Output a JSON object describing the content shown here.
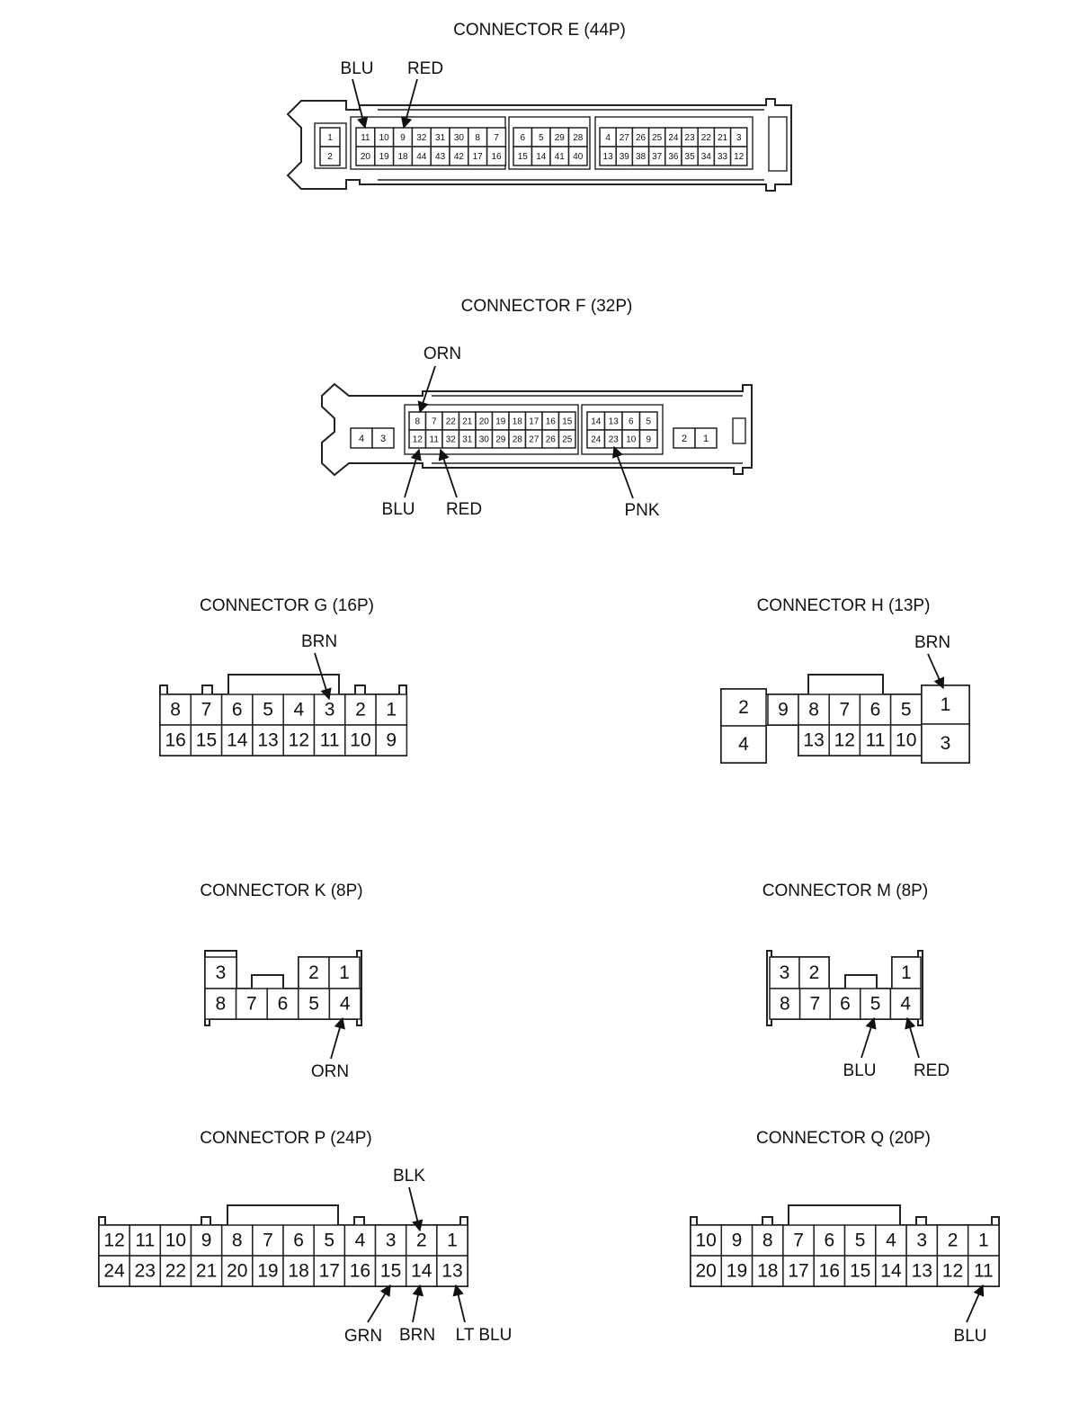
{
  "colors": {
    "ink": "#222222",
    "background": "#ffffff"
  },
  "connectors": {
    "E": {
      "title": "CONNECTOR E (44P)",
      "blocks": [
        {
          "rows": [
            [
              "1"
            ],
            [
              "2"
            ]
          ]
        },
        {
          "rows": [
            [
              "11",
              "10",
              "9",
              "32",
              "31",
              "30",
              "8",
              "7"
            ],
            [
              "20",
              "19",
              "18",
              "44",
              "43",
              "42",
              "17",
              "16"
            ]
          ]
        },
        {
          "rows": [
            [
              "6",
              "5",
              "29",
              "28"
            ],
            [
              "15",
              "14",
              "41",
              "40"
            ]
          ]
        },
        {
          "rows": [
            [
              "4",
              "27",
              "26",
              "25",
              "24",
              "23",
              "22",
              "21",
              "3"
            ],
            [
              "13",
              "39",
              "38",
              "37",
              "36",
              "35",
              "34",
              "33",
              "12"
            ]
          ]
        }
      ],
      "wires": [
        "BLU",
        "RED"
      ]
    },
    "F": {
      "title": "CONNECTOR F (32P)",
      "blocks": [
        {
          "rows": [
            [
              "4",
              "3"
            ]
          ]
        },
        {
          "rows": [
            [
              "8",
              "7",
              "22",
              "21",
              "20",
              "19",
              "18",
              "17",
              "16",
              "15"
            ],
            [
              "12",
              "11",
              "32",
              "31",
              "30",
              "29",
              "28",
              "27",
              "26",
              "25"
            ]
          ]
        },
        {
          "rows": [
            [
              "14",
              "13",
              "6",
              "5"
            ],
            [
              "24",
              "23",
              "10",
              "9"
            ]
          ]
        },
        {
          "rows": [
            [
              "2",
              "1"
            ]
          ]
        }
      ],
      "wires": [
        "ORN",
        "BLU",
        "RED",
        "PNK"
      ]
    },
    "G": {
      "title": "CONNECTOR G (16P)",
      "rows": [
        [
          "8",
          "7",
          "6",
          "5",
          "4",
          "3",
          "2",
          "1"
        ],
        [
          "16",
          "15",
          "14",
          "13",
          "12",
          "11",
          "10",
          "9"
        ]
      ],
      "wires": [
        "BRN"
      ]
    },
    "H": {
      "title": "CONNECTOR H (13P)",
      "left": [
        "2",
        "4"
      ],
      "middle": [
        [
          "9",
          "8",
          "7",
          "6",
          "5"
        ],
        [
          "13",
          "12",
          "11",
          "10"
        ]
      ],
      "right": [
        "1",
        "3"
      ],
      "wires": [
        "BRN"
      ]
    },
    "K": {
      "title": "CONNECTOR K (8P)",
      "top": [
        "3",
        "2",
        "1"
      ],
      "bottom": [
        "8",
        "7",
        "6",
        "5",
        "4"
      ],
      "wires": [
        "ORN"
      ]
    },
    "M": {
      "title": "CONNECTOR M (8P)",
      "top": [
        "3",
        "2",
        "1"
      ],
      "bottom": [
        "8",
        "7",
        "6",
        "5",
        "4"
      ],
      "wires": [
        "BLU",
        "RED"
      ]
    },
    "P": {
      "title": "CONNECTOR P (24P)",
      "rows": [
        [
          "12",
          "11",
          "10",
          "9",
          "8",
          "7",
          "6",
          "5",
          "4",
          "3",
          "2",
          "1"
        ],
        [
          "24",
          "23",
          "22",
          "21",
          "20",
          "19",
          "18",
          "17",
          "16",
          "15",
          "14",
          "13"
        ]
      ],
      "wires": [
        "BLK",
        "GRN",
        "BRN",
        "LT BLU"
      ]
    },
    "Q": {
      "title": "CONNECTOR Q (20P)",
      "rows": [
        [
          "10",
          "9",
          "8",
          "7",
          "6",
          "5",
          "4",
          "3",
          "2",
          "1"
        ],
        [
          "20",
          "19",
          "18",
          "17",
          "16",
          "15",
          "14",
          "13",
          "12",
          "11"
        ]
      ],
      "wires": [
        "BLU"
      ]
    }
  }
}
